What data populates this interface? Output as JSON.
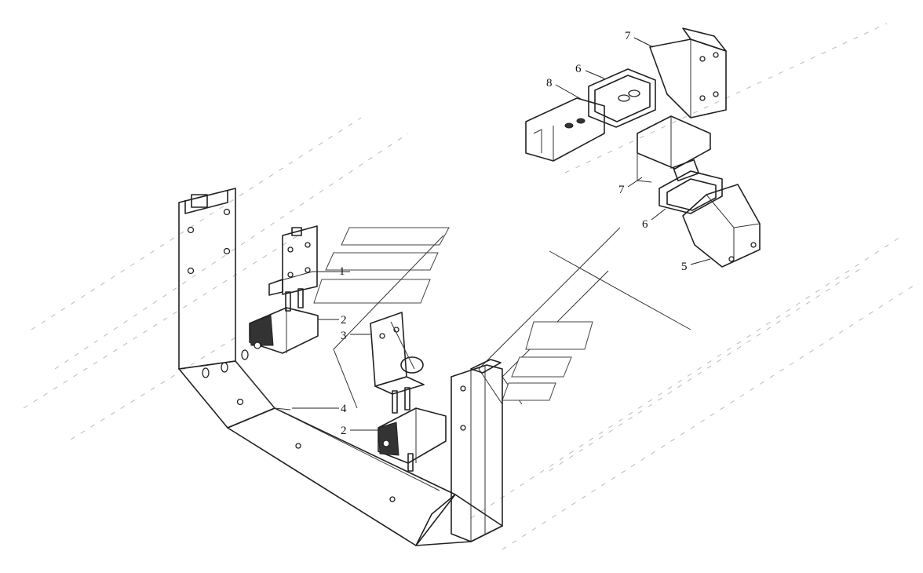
{
  "diagram": {
    "callouts": [
      {
        "id": "c7a",
        "text": "7"
      },
      {
        "id": "c8",
        "text": "8"
      },
      {
        "id": "c6a",
        "text": "6"
      },
      {
        "id": "c7b",
        "text": "7"
      },
      {
        "id": "c6b",
        "text": "6"
      },
      {
        "id": "c5",
        "text": "5"
      },
      {
        "id": "c1",
        "text": "1"
      },
      {
        "id": "c2a",
        "text": "2"
      },
      {
        "id": "c3",
        "text": "3"
      },
      {
        "id": "c4",
        "text": "4"
      },
      {
        "id": "c2b",
        "text": "2"
      }
    ]
  }
}
